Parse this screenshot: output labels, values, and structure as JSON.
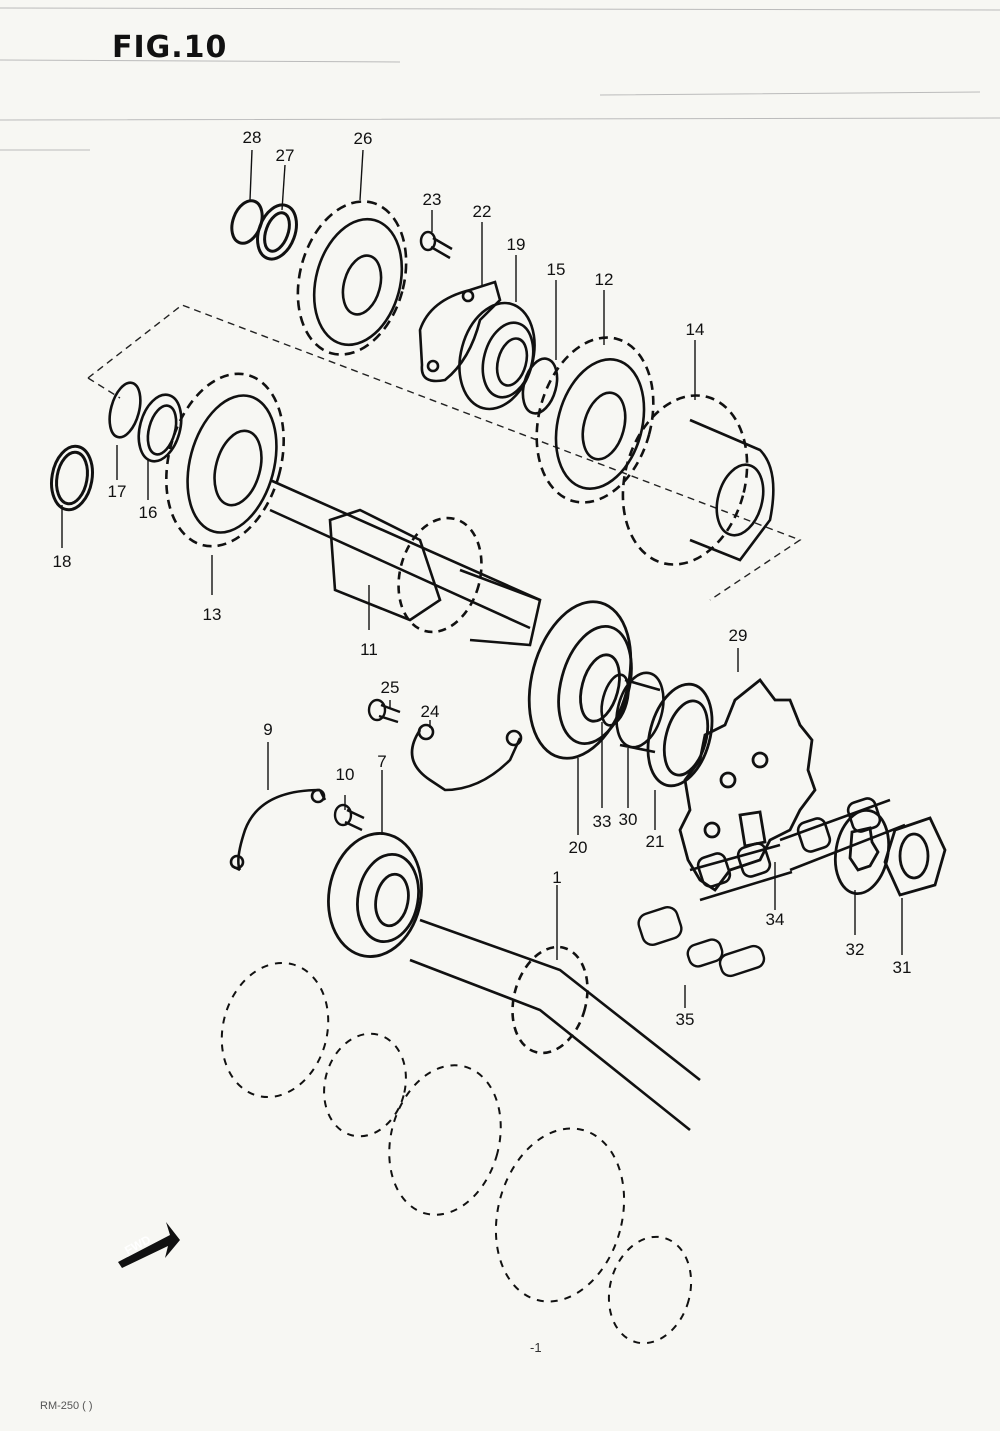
{
  "figure": {
    "title": "FIG.10",
    "footer_code": "RM-250 ( )",
    "page_mark": "-1",
    "fwd_label": "FWD"
  },
  "callouts": [
    {
      "id": "1",
      "label": "1"
    },
    {
      "id": "7",
      "label": "7"
    },
    {
      "id": "9",
      "label": "9"
    },
    {
      "id": "10",
      "label": "10"
    },
    {
      "id": "11",
      "label": "11"
    },
    {
      "id": "12",
      "label": "12"
    },
    {
      "id": "13",
      "label": "13"
    },
    {
      "id": "14",
      "label": "14"
    },
    {
      "id": "15",
      "label": "15"
    },
    {
      "id": "16",
      "label": "16"
    },
    {
      "id": "17",
      "label": "17"
    },
    {
      "id": "18",
      "label": "18"
    },
    {
      "id": "19",
      "label": "19"
    },
    {
      "id": "20",
      "label": "20"
    },
    {
      "id": "21",
      "label": "21"
    },
    {
      "id": "22",
      "label": "22"
    },
    {
      "id": "23",
      "label": "23"
    },
    {
      "id": "24",
      "label": "24"
    },
    {
      "id": "25",
      "label": "25"
    },
    {
      "id": "26",
      "label": "26"
    },
    {
      "id": "27",
      "label": "27"
    },
    {
      "id": "28",
      "label": "28"
    },
    {
      "id": "29",
      "label": "29"
    },
    {
      "id": "30",
      "label": "30"
    },
    {
      "id": "31",
      "label": "31"
    },
    {
      "id": "32",
      "label": "32"
    },
    {
      "id": "33",
      "label": "33"
    },
    {
      "id": "34",
      "label": "34"
    },
    {
      "id": "35",
      "label": "35"
    }
  ]
}
